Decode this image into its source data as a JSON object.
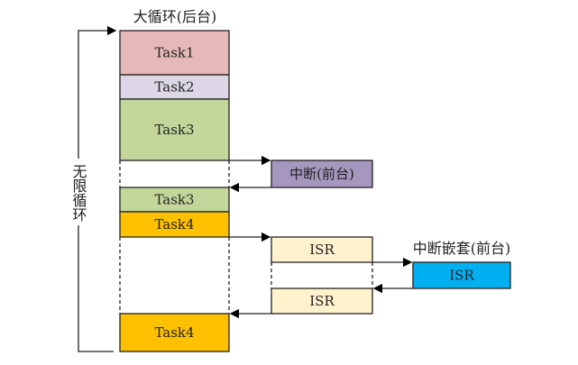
{
  "title_background": "大循环(后台)",
  "loop_label": "无限循环",
  "nested_label": "中断嵌套(前台)",
  "tasks": [
    {
      "label": "Task1",
      "color": "#e6b8b7"
    },
    {
      "label": "Task2",
      "color": "#dcd6e6"
    },
    {
      "label": "Task3",
      "color": "#c4d79b"
    },
    {
      "label": "Task3",
      "color": "#c4d79b"
    },
    {
      "label": "Task4",
      "color": "#ffc000"
    },
    {
      "label": "Task4",
      "color": "#ffc000"
    }
  ],
  "interrupt": {
    "label": "中断(前台)",
    "color": "#a597bd"
  },
  "isr": [
    {
      "label": "ISR",
      "color": "#fff2cc"
    },
    {
      "label": "ISR",
      "color": "#fff2cc"
    }
  ],
  "nested_isr": {
    "label": "ISR",
    "color": "#00b0f0"
  }
}
